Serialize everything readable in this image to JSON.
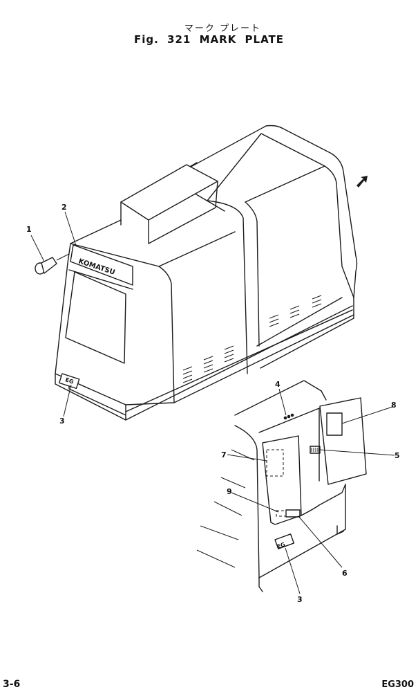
{
  "header": {
    "title_jp": "マーク プレート",
    "title_en": "Fig. 321   MARK PLATE"
  },
  "drawing": {
    "nameplate_text": "KOMATSU",
    "eg_label": "EG",
    "callouts": [
      "1",
      "2",
      "3",
      "4",
      "5",
      "6",
      "7",
      "8",
      "9",
      "3"
    ]
  },
  "footer": {
    "page_number": "3-6",
    "model": "EG300"
  },
  "colors": {
    "ink": "#1a1a1a",
    "paper": "#ffffff"
  }
}
